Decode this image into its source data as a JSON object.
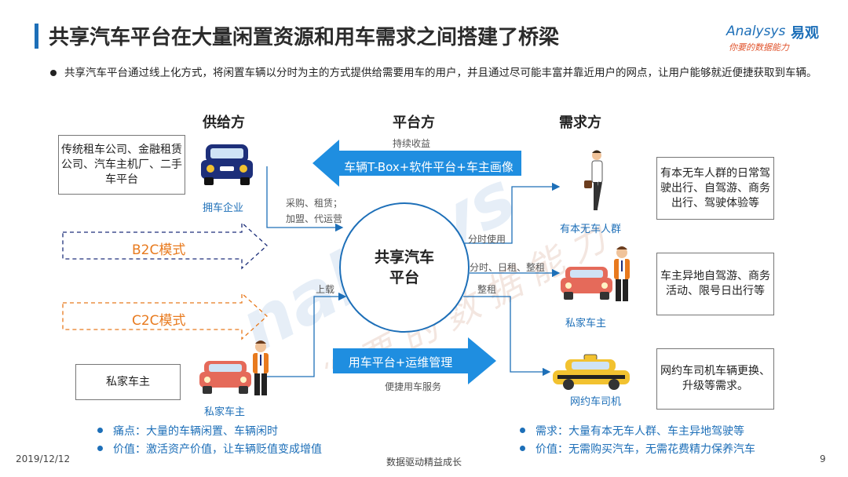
{
  "header": {
    "title": "共享汽车平台在大量闲置资源和用车需求之间搭建了桥梁",
    "logo_main": "Analysys",
    "logo_cn": "易观",
    "logo_tagline": "你要的数据能力"
  },
  "intro": "共享汽车平台通过线上化方式，将闲置车辆以分时为主的方式提供给需要用车的用户，并且通过尽可能丰富并靠近用户的网点，让用户能够就近便捷获取到车辆。",
  "columns": {
    "supply": "供给方",
    "platform": "平台方",
    "demand": "需求方"
  },
  "supply": {
    "box_companies": "传统租车公司、金融租赁公司、汽车主机厂、二手车平台",
    "fleet_label": "拥车企业",
    "b2c": "B2C模式",
    "c2c": "C2C模式",
    "box_private": "私家车主",
    "private_label": "私家车主"
  },
  "platform": {
    "circle_line1": "共享汽车",
    "circle_line2": "平台",
    "top_arrow": "车辆T-Box+软件平台+车主画像",
    "top_caption": "持续收益",
    "bottom_arrow": "用车平台+运维管理",
    "bottom_caption": "便捷用车服务",
    "in_label_1": "采购、租赁；",
    "in_label_2": "加盟、代运营",
    "upload_label": "上载",
    "out_1": "分时使用",
    "out_2": "分时、日租、整租",
    "out_3": "整租"
  },
  "demand": {
    "no_car_label": "有本无车人群",
    "box_no_car": "有本无车人群的日常驾驶出行、自驾游、商务出行、驾驶体验等",
    "owner_label": "私家车主",
    "box_owner": "车主异地自驾游、商务活动、限号日出行等",
    "driver_label": "网约车司机",
    "box_driver": "网约车司机车辆更换、升级等需求。"
  },
  "bottom": {
    "pain": "痛点：大量的车辆闲置、车辆闲时",
    "value_left": "价值：激活资产价值，让车辆贬值变成增值",
    "demand": "需求：大量有本无车人群、车主异地驾驶等",
    "value_right": "价值：无需购买汽车，无需花费精力保养汽车"
  },
  "footer": {
    "date": "2019/12/12",
    "slogan": "数据驱动精益成长",
    "page": "9"
  },
  "colors": {
    "accent": "#1d6fb8",
    "orange": "#e87a1e",
    "arrow_blue": "#1f8ee0"
  }
}
